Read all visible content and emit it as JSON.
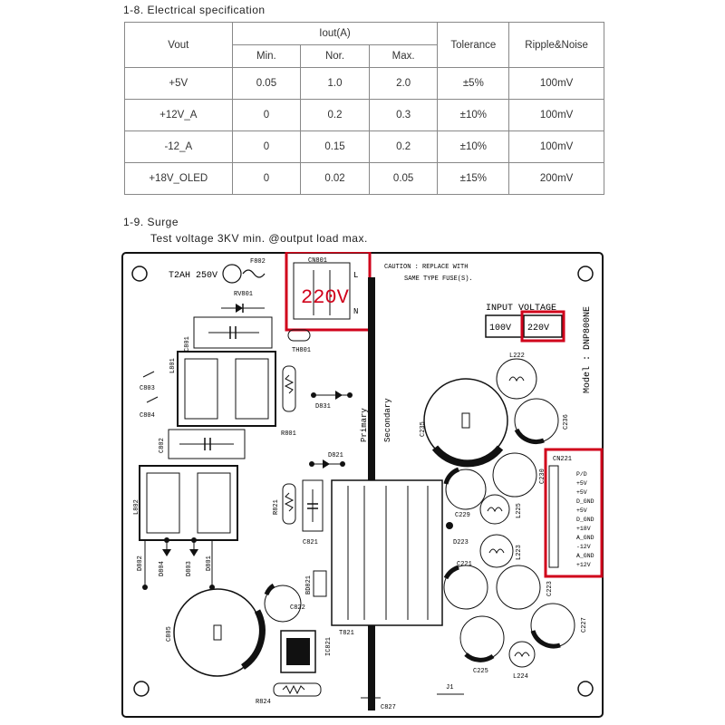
{
  "section1": {
    "title": "1-8. Electrical specification",
    "headers": {
      "vout": "Vout",
      "iout": "Iout(A)",
      "tolerance": "Tolerance",
      "ripple": "Ripple&Noise",
      "min": "Min.",
      "nor": "Nor.",
      "max": "Max."
    },
    "rows": [
      {
        "vout": "+5V",
        "min": "0.05",
        "nor": "1.0",
        "max": "2.0",
        "tol": "±5%",
        "ripple": "100mV"
      },
      {
        "vout": "+12V_A",
        "min": "0",
        "nor": "0.2",
        "max": "0.3",
        "tol": "±10%",
        "ripple": "100mV"
      },
      {
        "vout": "-12_A",
        "min": "0",
        "nor": "0.15",
        "max": "0.2",
        "tol": "±10%",
        "ripple": "100mV"
      },
      {
        "vout": "+18V_OLED",
        "min": "0",
        "nor": "0.02",
        "max": "0.05",
        "tol": "±15%",
        "ripple": "200mV"
      }
    ]
  },
  "section2": {
    "title": "1-9. Surge",
    "subtitle": "Test voltage 3KV min. @output load max."
  },
  "pcb": {
    "fuse_rating": "T2AH 250V",
    "fuse_ref": "F802",
    "caution_line1": "CAUTION : REPLACE WITH",
    "caution_line2": "SAME TYPE FUSE(S).",
    "input_connector": "CN801",
    "input_l": "L",
    "input_n": "N",
    "highlight_voltage": "220V",
    "input_voltage_label": "INPUT VOLTAGE",
    "input_100v": "100V",
    "input_220v": "220V",
    "model": "Model : DNP800NE",
    "primary": "Primary",
    "secondary": "Secondary",
    "output_connector": "CN221",
    "output_pins": [
      "P/D",
      "+5V",
      "+5V",
      "D_GND",
      "+5V",
      "D_GND",
      "+18V",
      "A_GND",
      "-12V",
      "A_GND",
      "+12V"
    ],
    "refs": {
      "rv801": "RV801",
      "th801": "TH801",
      "c801": "C801",
      "l801": "L801",
      "c803": "C803",
      "c804": "C804",
      "d831": "D831",
      "r801": "R801",
      "c802": "C802",
      "d821": "D821",
      "l802": "L802",
      "r821": "R821",
      "c821": "C821",
      "d802": "D802",
      "d804": "D804",
      "d803": "D803",
      "d801": "D801",
      "bd821": "BD821",
      "c822": "C822",
      "c805": "C805",
      "ic821": "IC821",
      "r824": "R824",
      "t821": "T821",
      "c827": "C827",
      "j1": "J1",
      "c235": "C235",
      "l222": "L222",
      "c236": "C236",
      "c230": "C230",
      "c229": "C229",
      "l225": "L225",
      "d223": "D223",
      "l223": "L223",
      "c221": "C221",
      "c223": "C223",
      "c227": "C227",
      "c225": "C225",
      "l224": "L224"
    }
  },
  "colors": {
    "highlight": "#d0021b",
    "table_border": "#888888"
  }
}
